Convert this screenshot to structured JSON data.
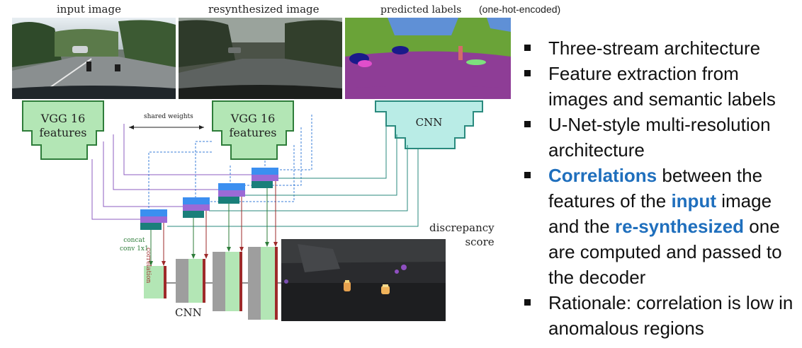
{
  "labels": {
    "input_image": "input image",
    "resynth_image": "resynthesized image",
    "predicted_labels": "predicted labels",
    "one_hot": "(one-hot-encoded)",
    "shared_weights": "shared weights",
    "concat_line1": "concat",
    "concat_line2": "conv 1x1",
    "correlation": "correlation",
    "discrepancy_line1": "discrepancy",
    "discrepancy_line2": "score",
    "cnn_bottom": "CNN"
  },
  "encoders": {
    "vgg_left_line1": "VGG 16",
    "vgg_left_line2": "features",
    "vgg_right_line1": "VGG 16",
    "vgg_right_line2": "features",
    "cnn_label": "CNN"
  },
  "bullets": {
    "b1": "Three-stream architecture",
    "b2": "Feature extraction from images and semantic labels",
    "b3": "U-Net-style multi-resolution architecture",
    "b4_hl1": "Correlations",
    "b4_t1": " between the features of the ",
    "b4_hl2": "input",
    "b4_t2": " image and the ",
    "b4_hl3": "re-synthesized",
    "b4_t3": " one are computed and passed to the decoder",
    "b5": "Rationale: correlation is low in anomalous regions"
  },
  "colors": {
    "green_fill": "#b3e6b5",
    "green_stroke": "#2e7d3a",
    "teal_fill": "#b9ece6",
    "blue_block": "#3b8ff0",
    "purple_block": "#9b6ad6",
    "teal_block": "#1a7f7a",
    "highlight": "#1f6fbd",
    "red_bar": "#9e2a2a"
  }
}
